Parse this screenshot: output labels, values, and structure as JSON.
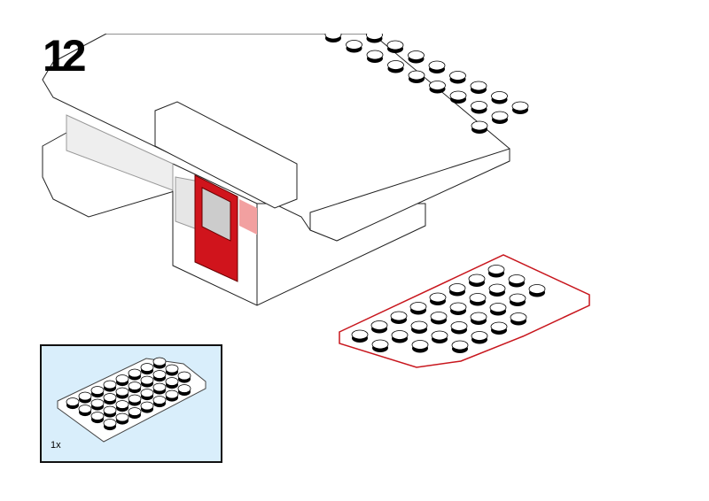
{
  "step": {
    "number": "12"
  },
  "parts_callout": {
    "quantity": "1x",
    "part": "plate-4x8-rounded"
  },
  "colors": {
    "callout_bg": "#d9eefb",
    "highlight": "#c8161d",
    "door": "#d0141c",
    "stud": "#000000"
  }
}
